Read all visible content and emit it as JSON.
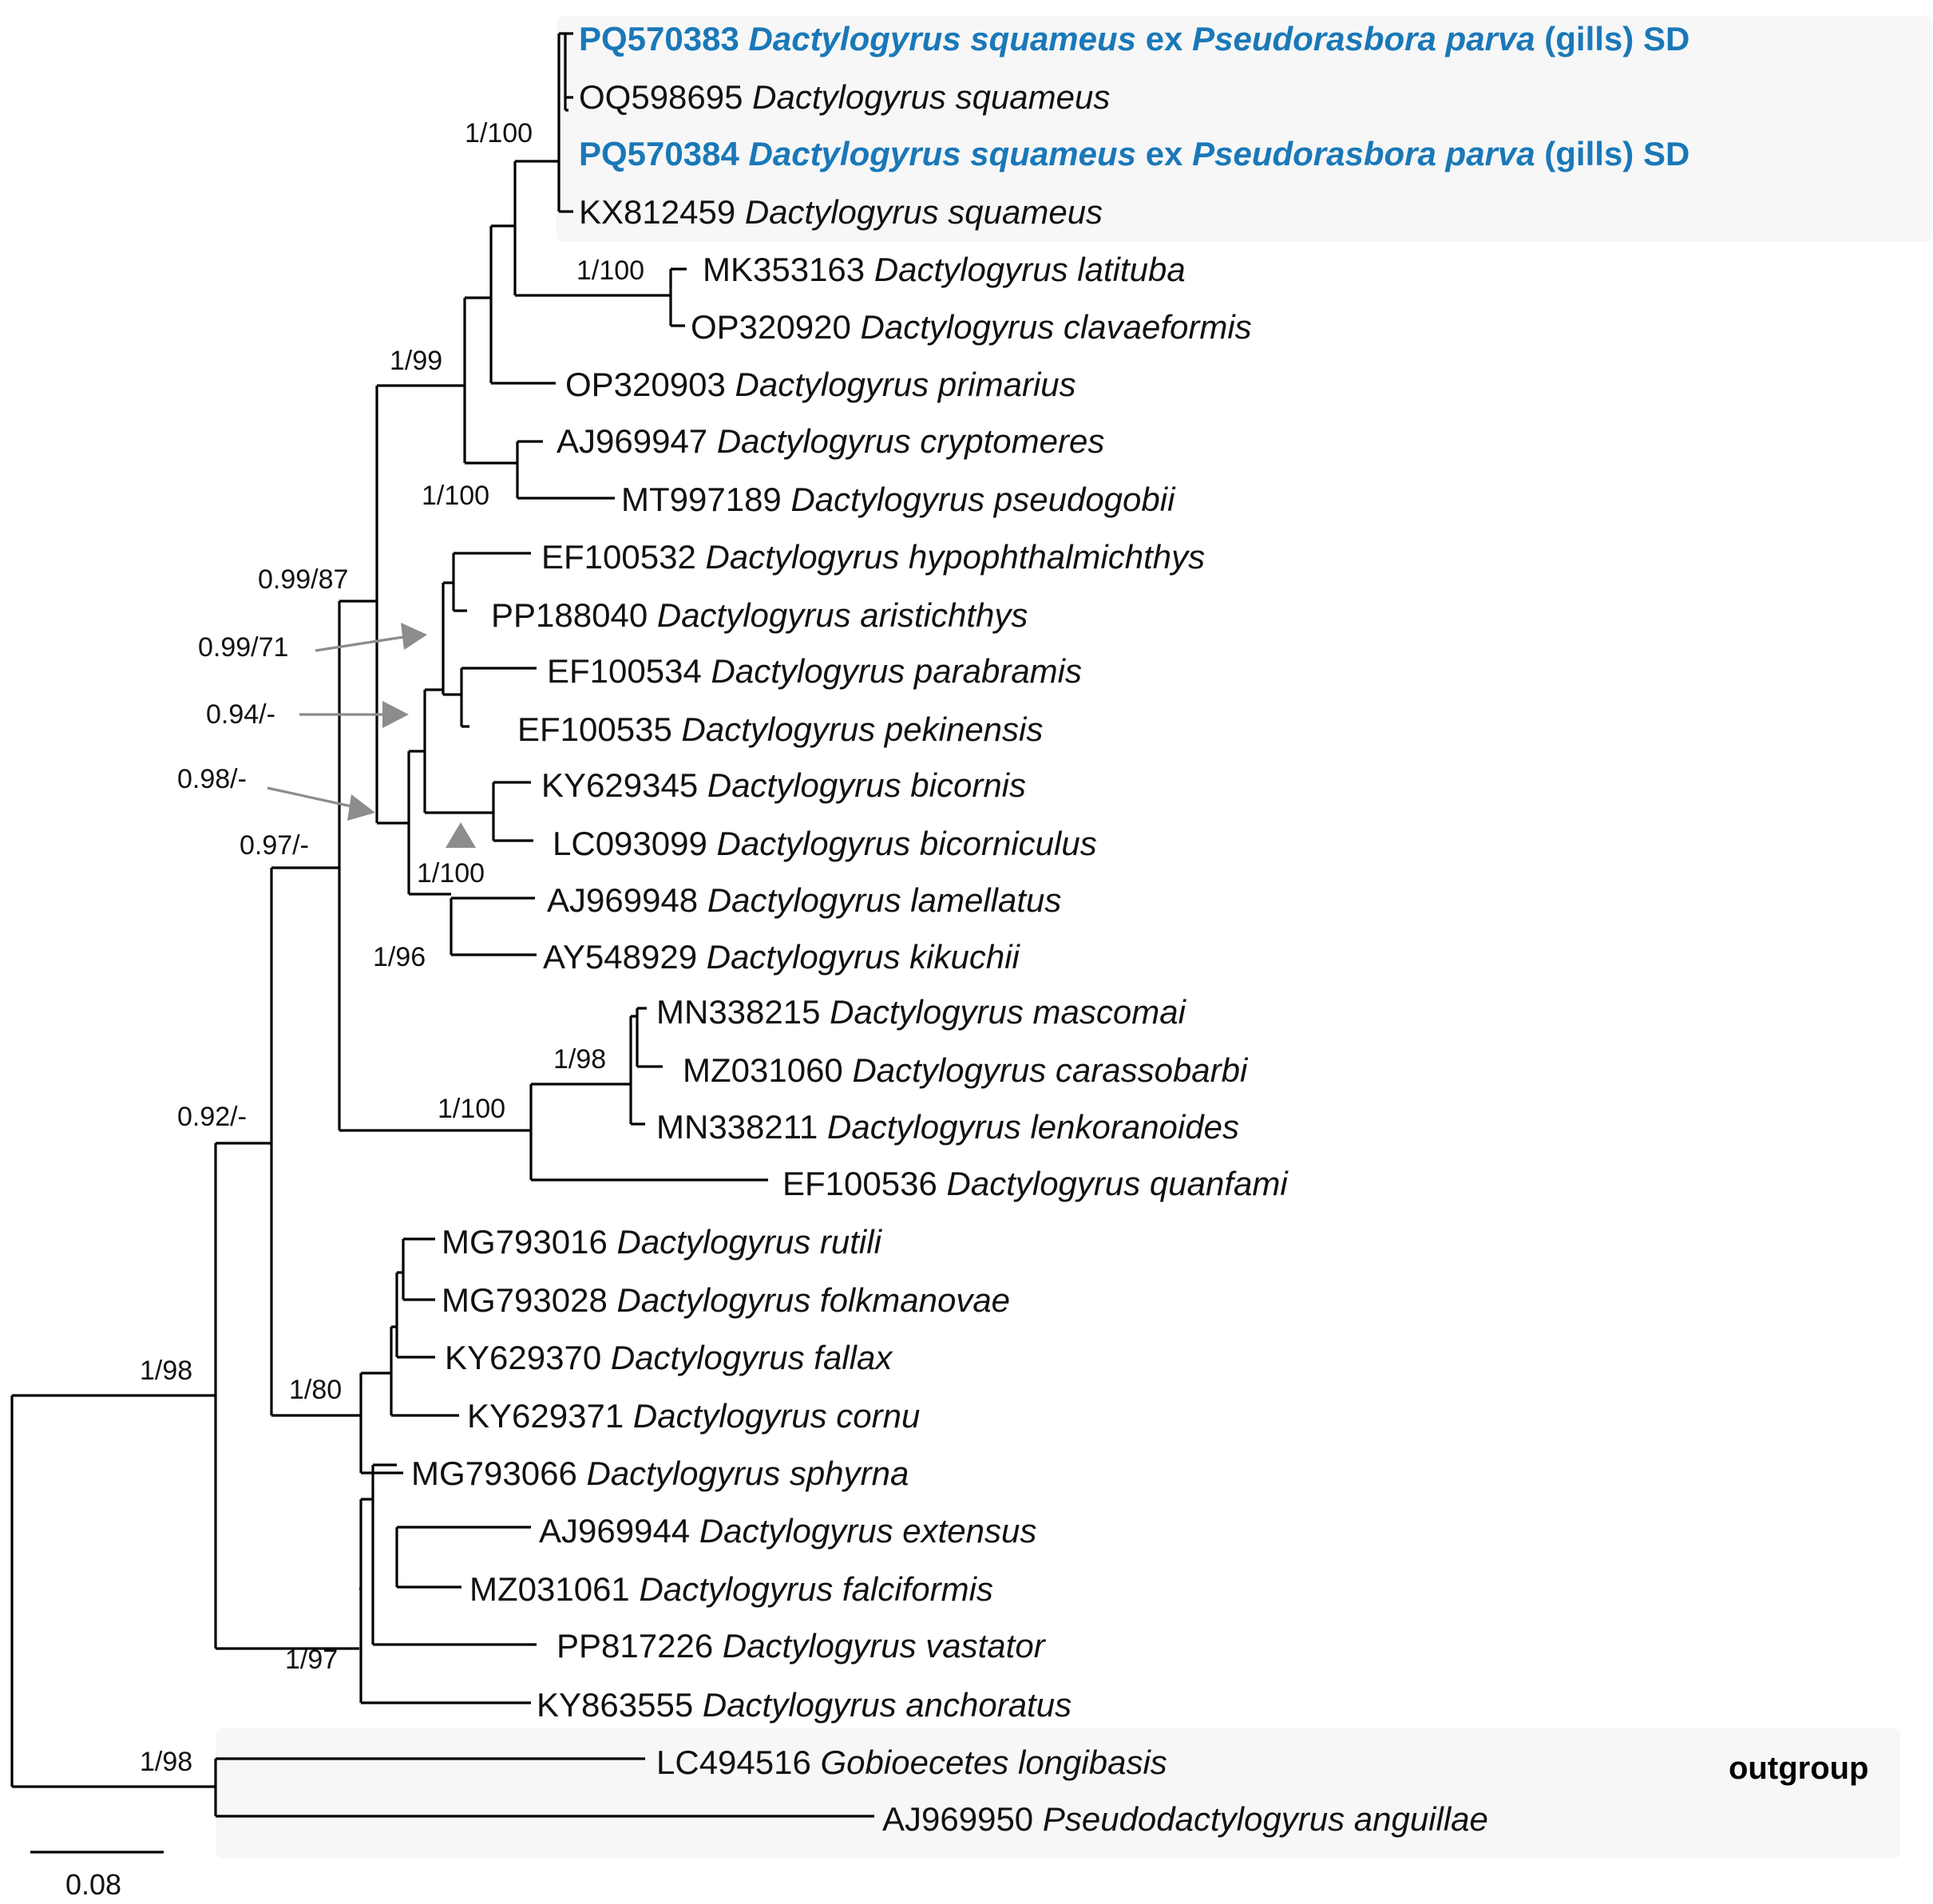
{
  "figure": {
    "scale_bar_label": "0.08",
    "outgroup_label": "outgroup",
    "highlight_color": "#1a78b8",
    "arrow_color": "#8a8c8e",
    "box_color": "#f7f7f7"
  },
  "taxa": [
    {
      "id": "t1",
      "acc": "PQ570383",
      "species": "Dactylogyrus squameus",
      "host_ex": "ex",
      "host": "Pseudorasbora parva",
      "tail": "(gills) SD",
      "highlight": true
    },
    {
      "id": "t2",
      "acc": "OQ598695",
      "species": "Dactylogyrus squameus"
    },
    {
      "id": "t3",
      "acc": "PQ570384",
      "species": "Dactylogyrus squameus",
      "host_ex": "ex",
      "host": "Pseudorasbora parva",
      "tail": "(gills) SD",
      "highlight": true
    },
    {
      "id": "t4",
      "acc": "KX812459",
      "species": "Dactylogyrus squameus"
    },
    {
      "id": "t5",
      "acc": "MK353163",
      "species": "Dactylogyrus latituba"
    },
    {
      "id": "t6",
      "acc": "OP320920",
      "species": "Dactylogyrus clavaeformis"
    },
    {
      "id": "t7",
      "acc": "OP320903",
      "species": "Dactylogyrus primarius"
    },
    {
      "id": "t8",
      "acc": "AJ969947",
      "species": "Dactylogyrus cryptomeres"
    },
    {
      "id": "t9",
      "acc": "MT997189",
      "species": "Dactylogyrus pseudogobii"
    },
    {
      "id": "t10",
      "acc": "EF100532",
      "species": "Dactylogyrus hypophthalmichthys"
    },
    {
      "id": "t11",
      "acc": "PP188040",
      "species": "Dactylogyrus aristichthys"
    },
    {
      "id": "t12",
      "acc": "EF100534",
      "species": "Dactylogyrus parabramis"
    },
    {
      "id": "t13",
      "acc": "EF100535",
      "species": "Dactylogyrus pekinensis"
    },
    {
      "id": "t14",
      "acc": "KY629345",
      "species": "Dactylogyrus bicornis"
    },
    {
      "id": "t15",
      "acc": "LC093099",
      "species": "Dactylogyrus bicorniculus"
    },
    {
      "id": "t16",
      "acc": "AJ969948",
      "species": "Dactylogyrus lamellatus"
    },
    {
      "id": "t17",
      "acc": "AY548929",
      "species": "Dactylogyrus kikuchii"
    },
    {
      "id": "t18",
      "acc": "MN338215",
      "species": "Dactylogyrus mascomai"
    },
    {
      "id": "t19",
      "acc": "MZ031060",
      "species": "Dactylogyrus carassobarbi"
    },
    {
      "id": "t20",
      "acc": "MN338211",
      "species": "Dactylogyrus lenkoranoides"
    },
    {
      "id": "t21",
      "acc": "EF100536",
      "species": "Dactylogyrus quanfami"
    },
    {
      "id": "t22",
      "acc": "MG793016",
      "species": "Dactylogyrus rutili"
    },
    {
      "id": "t23",
      "acc": "MG793028",
      "species": "Dactylogyrus folkmanovae"
    },
    {
      "id": "t24",
      "acc": "KY629370",
      "species": "Dactylogyrus fallax"
    },
    {
      "id": "t25",
      "acc": "KY629371",
      "species": "Dactylogyrus cornu"
    },
    {
      "id": "t26",
      "acc": "MG793066",
      "species": "Dactylogyrus sphyrna"
    },
    {
      "id": "t27",
      "acc": "AJ969944",
      "species": "Dactylogyrus extensus"
    },
    {
      "id": "t28",
      "acc": "MZ031061",
      "species": "Dactylogyrus falciformis"
    },
    {
      "id": "t29",
      "acc": "PP817226",
      "species": "Dactylogyrus vastator"
    },
    {
      "id": "t30",
      "acc": "KY863555",
      "species": "Dactylogyrus anchoratus"
    },
    {
      "id": "t31",
      "acc": "LC494516",
      "species": "Gobioecetes longibasis"
    },
    {
      "id": "t32",
      "acc": "AJ969950",
      "species": "Pseudodactylogyrus anguillae"
    }
  ],
  "support_values": [
    {
      "id": "s1",
      "text": "1/100"
    },
    {
      "id": "s2",
      "text": "1/100"
    },
    {
      "id": "s3",
      "text": "1/99"
    },
    {
      "id": "s4",
      "text": "1/100"
    },
    {
      "id": "s5",
      "text": "0.99/87"
    },
    {
      "id": "s6",
      "text": "0.99/71"
    },
    {
      "id": "s7",
      "text": "0.94/-"
    },
    {
      "id": "s8",
      "text": "0.98/-"
    },
    {
      "id": "s9",
      "text": "0.97/-"
    },
    {
      "id": "s10",
      "text": "1/100"
    },
    {
      "id": "s11",
      "text": "1/96"
    },
    {
      "id": "s12",
      "text": "1/98"
    },
    {
      "id": "s13",
      "text": "1/100"
    },
    {
      "id": "s14",
      "text": "0.92/-"
    },
    {
      "id": "s15",
      "text": "1/80"
    },
    {
      "id": "s16",
      "text": "1/98"
    },
    {
      "id": "s17",
      "text": "1/97"
    },
    {
      "id": "s18",
      "text": "1/98"
    }
  ]
}
